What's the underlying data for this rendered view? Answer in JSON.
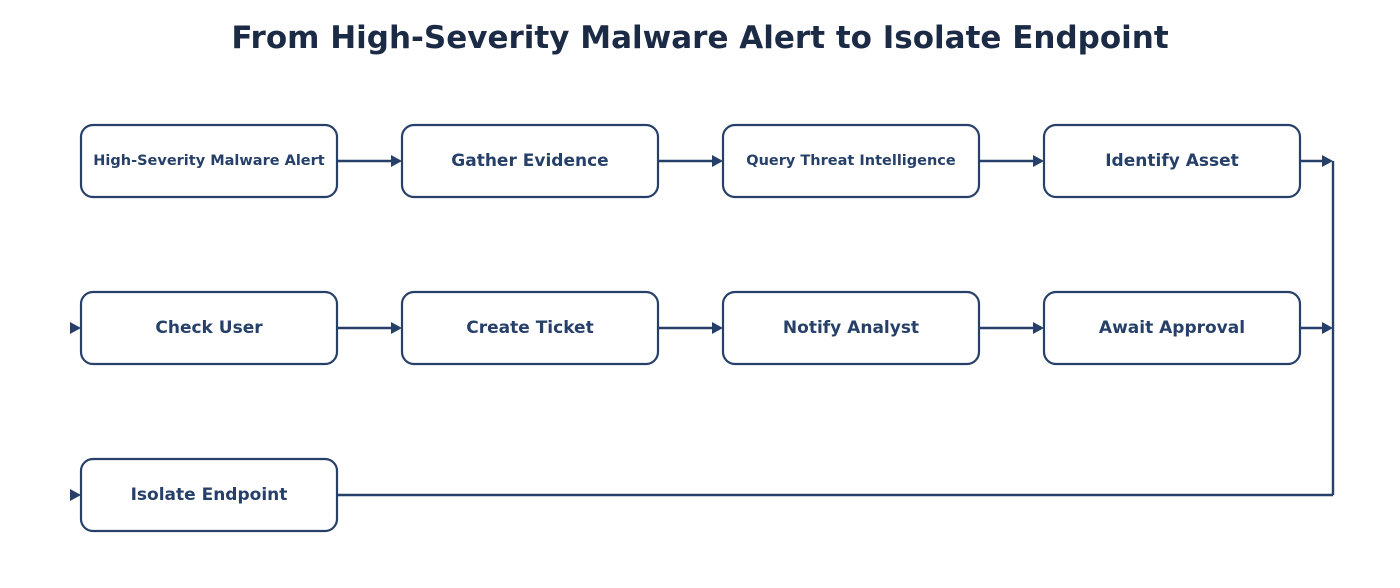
{
  "diagram": {
    "title": "From High-Severity Malware Alert to Isolate Endpoint",
    "nodes": [
      {
        "id": "alert",
        "label": "High-Severity Malware Alert"
      },
      {
        "id": "evidence",
        "label": "Gather Evidence"
      },
      {
        "id": "intel",
        "label": "Query Threat Intelligence"
      },
      {
        "id": "asset",
        "label": "Identify Asset"
      },
      {
        "id": "user",
        "label": "Check User"
      },
      {
        "id": "ticket",
        "label": "Create Ticket"
      },
      {
        "id": "notify",
        "label": "Notify Analyst"
      },
      {
        "id": "approval",
        "label": "Await Approval"
      },
      {
        "id": "isolate",
        "label": "Isolate Endpoint"
      }
    ],
    "edges": [
      {
        "from": "alert",
        "to": "evidence"
      },
      {
        "from": "evidence",
        "to": "intel"
      },
      {
        "from": "intel",
        "to": "asset"
      },
      {
        "from": "asset",
        "to": "user"
      },
      {
        "from": "user",
        "to": "ticket"
      },
      {
        "from": "ticket",
        "to": "notify"
      },
      {
        "from": "notify",
        "to": "approval"
      },
      {
        "from": "approval",
        "to": "isolate"
      }
    ]
  }
}
